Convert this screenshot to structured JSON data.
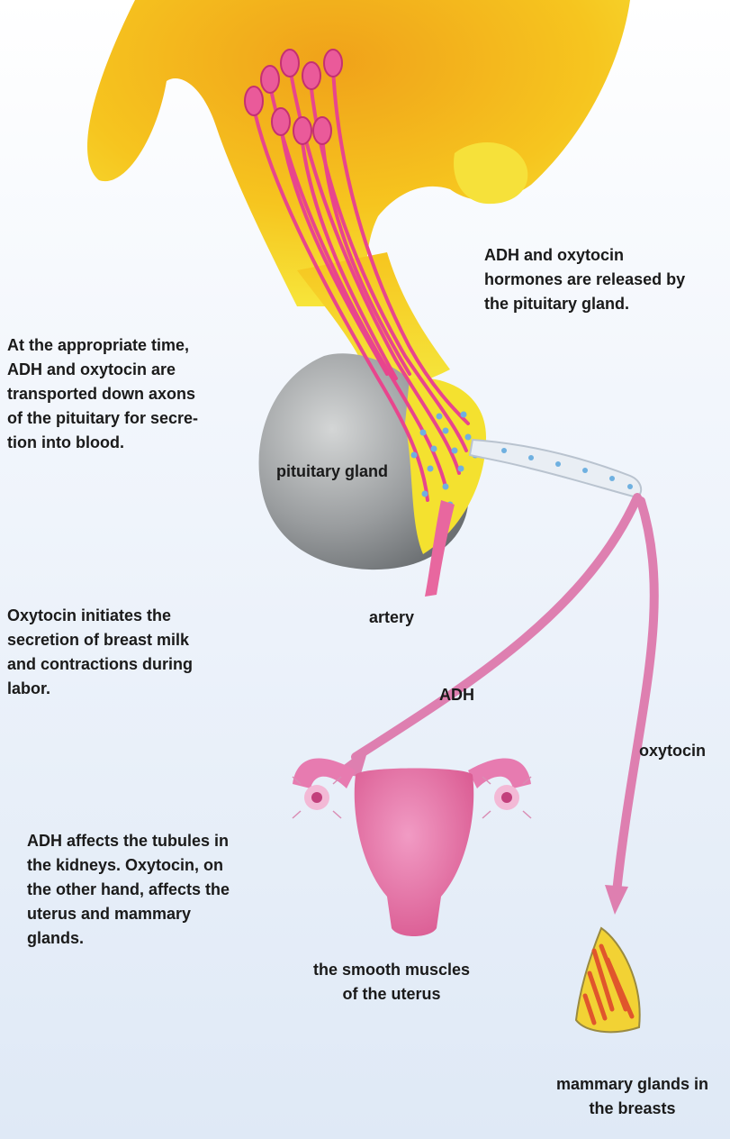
{
  "diagram": {
    "colors": {
      "brain": "#f3b41a",
      "stalk": "#f4e232",
      "nerve": "#e8458d",
      "gland": "#8e9294",
      "hormone": "#6fb0e0",
      "arrow": "#de7fb0"
    },
    "labels": {
      "released": [
        "ADH and oxytocin",
        "hormones are released by",
        "the pituitary gland."
      ],
      "transport": [
        "At the appropriate time,",
        "ADH and oxytocin are",
        "transported down axons",
        "of the pituitary for secre-",
        "tion into blood."
      ],
      "pituitary": "pituitary gland",
      "artery": "artery",
      "oxytocin_effect": [
        "Oxytocin initiates the",
        "secretion of breast milk",
        "and contractions during",
        "labor."
      ],
      "adh": "ADH",
      "oxytocin": "oxytocin",
      "adh_effect": [
        "ADH affects the tubules in",
        "the kidneys. Oxytocin, on",
        "the other hand, affects the",
        "uterus and mammary",
        "glands."
      ],
      "uterus": [
        "the smooth muscles",
        "of the uterus"
      ],
      "mammary": [
        "mammary glands in",
        "the breasts"
      ]
    }
  }
}
